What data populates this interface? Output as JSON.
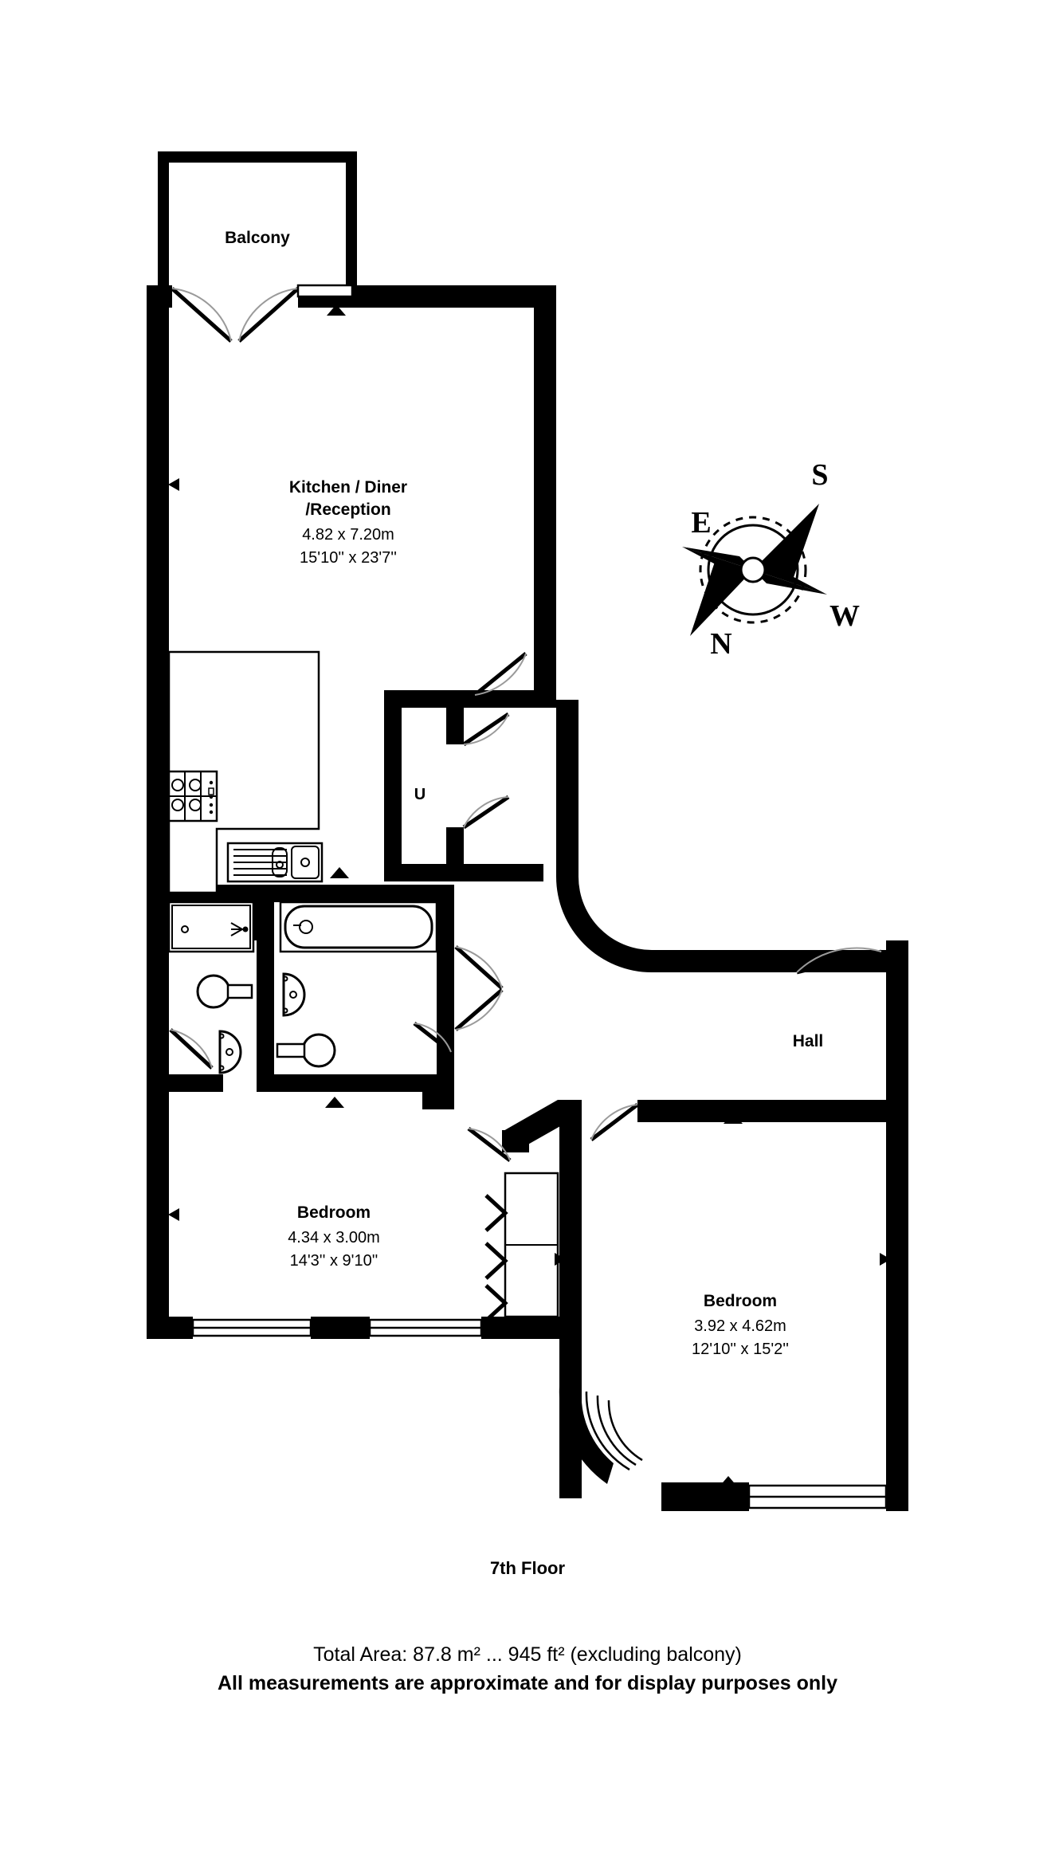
{
  "plan": {
    "floor_label": "7th Floor",
    "total_area": "Total Area: 87.8 m² ... 945 ft² (excluding balcony)",
    "disclaimer": "All measurements are approximate and for display purposes only"
  },
  "rooms": {
    "balcony": {
      "name": "Balcony"
    },
    "kitchen": {
      "name_line1": "Kitchen / Diner",
      "name_line2": "/Reception",
      "dim_metric": "4.82 x 7.20m",
      "dim_imperial": "15'10'' x 23'7''"
    },
    "cupboard": {
      "name": "U"
    },
    "hall": {
      "name": "Hall"
    },
    "bedroom_left": {
      "name": "Bedroom",
      "dim_metric": "4.34 x 3.00m",
      "dim_imperial": "14'3'' x 9'10''"
    },
    "bedroom_right": {
      "name": "Bedroom",
      "dim_metric": "3.92 x 4.62m",
      "dim_imperial": "12'10'' x 15'2''"
    }
  },
  "compass": {
    "north": "N",
    "south": "S",
    "east": "E",
    "west": "W"
  },
  "colors": {
    "wall": "#000000",
    "background": "#ffffff",
    "swing": "#9a9a9a"
  }
}
